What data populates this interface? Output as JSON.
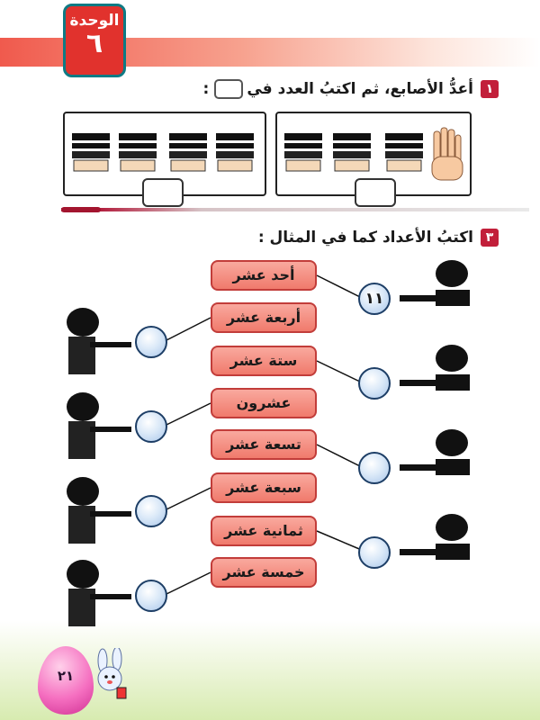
{
  "header": {
    "unit_label": "الوحدة",
    "unit_number": "٦"
  },
  "q1": {
    "number": "١",
    "text_before": "أعدُّ الأصابع، ثم اكتبُ العدد في",
    "text_after": ":"
  },
  "q3": {
    "number": "٣",
    "text": "اكتبُ الأعداد كما في المثال :"
  },
  "words": [
    "أحد عشر",
    "أربعة عشر",
    "ستة عشر",
    "عشرون",
    "تسعة عشر",
    "سبعة عشر",
    "ثمانية عشر",
    "خمسة عشر"
  ],
  "example_value": "١١",
  "page_number": "٢١",
  "colors": {
    "accent_red": "#e1322d",
    "teal": "#0e7a84",
    "button_fill": "#f07a6c",
    "circle_fill": "#a9c6ea"
  }
}
